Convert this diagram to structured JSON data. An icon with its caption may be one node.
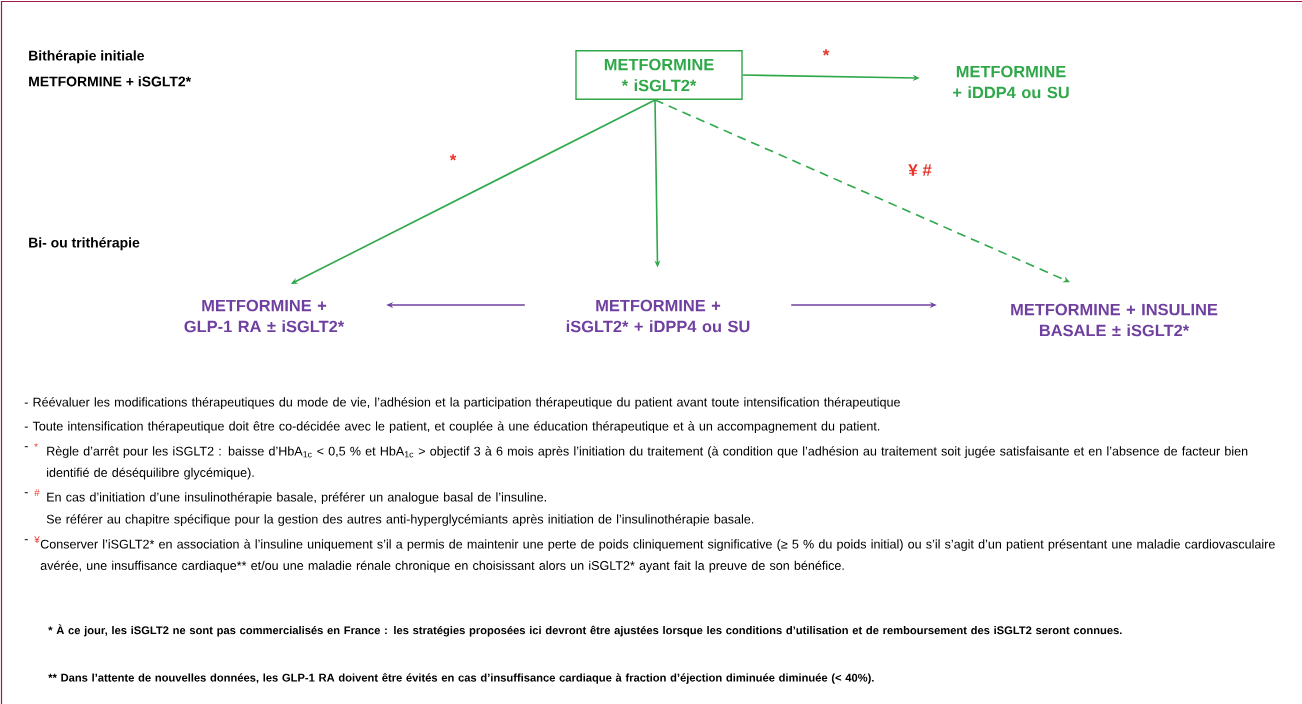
{
  "diagram": {
    "nodes": [
      {
        "text": [
          "METFORMINE * iSGLT2*"
        ]
      },
      {
        "text": [
          "METFORMINE + iDDP4 ou SU"
        ]
      },
      {
        "text": [
          "METFORMINE + GLP-1 RA ± iSGLT2*"
        ]
      },
      {
        "text": [
          "METFORMINE + iSGLT2* + iDPP4 ou SU"
        ]
      },
      {
        "text": [
          "METFORMINE + INSULINE BASALE ± iSGLT2*"
        ]
      }
    ],
    "edges": [
      {
        "from": 0,
        "to": 1,
        "arrow": "to",
        "label": "*"
      },
      {
        "from": 0,
        "to": 2,
        "arrow": "to",
        "label": "*"
      },
      {
        "from": 0,
        "to": 3,
        "arrow": "to"
      },
      {
        "from": 0,
        "to": 4,
        "arrow": "to",
        "style": "dashed",
        "label": "¥ #"
      },
      {
        "from": 3,
        "to": 2,
        "arrow": "to",
        "color": "#7040a0"
      },
      {
        "from": 3,
        "to": 4,
        "arrow": "to",
        "color": "#7040a0"
      }
    ],
    "labels": [
      "Bithérapie initiale",
      "METFORMINE + iSGLT2*",
      "Bi- ou trithérapie",
      "- Réévaluer les modifications thérapeutiques du mode de vie, l’adhésion et la participation thérapeutique du patient avant toute intensification thérapeutique",
      "- Toute intensification thérapeutique doit être co-décidée avec le patient, et couplée à une éducation thérapeutique et à un accompagnement du patient.",
      "-",
      "*",
      "Règle d’arrêt pour les iSGLT2 : baisse d’HbA$_{1c}$ < 0,5 % et HbA$_{1c}$ > objectif 3 à 6 mois après l’initiation du traitement (à condition que l’adhésion au traitement soit jugée satisfaisante et en l’absence de facteur bien identifié de déséquilibre glycémique).",
      "-",
      "#",
      "En cas d’initiation d’une insulinothérapie basale, préférer un analogue basal de l’insuline.",
      "Se référer au chapitre spécifique pour la gestion des autres anti-hyperglycémiants après initiation de l’insulinothérapie basale.",
      "-",
      "¥",
      "Conserver l’iSGLT2* en association à l’insuline uniquement s’il a permis de maintenir une perte de poids cliniquement significative (≥ 5 % du poids initial) ou s’il s’agit d’un patient présentant une maladie cardiovasculaire avérée, une insuffisance cardiaque** et/ou une maladie rénale chronique en choisissant alors un iSGLT2* ayant fait la preuve de son bénéfice.",
      "* À ce jour, les iSGLT2 ne sont pas commercialisés en France : les stratégies proposées ici devront être ajustées lorsque les conditions d’utilisation et de remboursement des iSGLT2 seront connues.",
      "** Dans l’attente de nouvelles données, les GLP-1 RA doivent être évités en cas d’insuffisance cardiaque à fraction d’éjection diminuée diminuée (< 40%)."
    ]
  }
}
